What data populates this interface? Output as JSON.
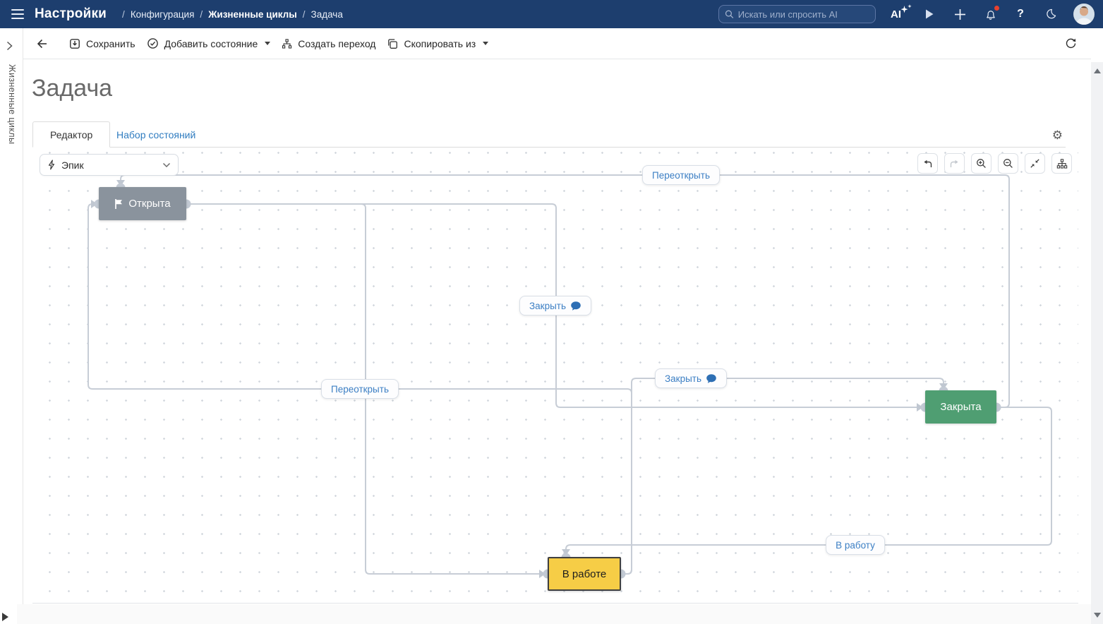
{
  "header": {
    "app_title": "Настройки",
    "breadcrumbs": [
      "Конфигурация",
      "Жизненные циклы",
      "Задача"
    ],
    "search_placeholder": "Искать или спросить AI",
    "ai_label": "AI",
    "help_label": "?",
    "icons": [
      "search-icon",
      "ai-sparkles-icon",
      "run-icon",
      "add-icon",
      "notifications-bell-icon",
      "help-icon",
      "dark-mode-moon-icon",
      "user-avatar"
    ],
    "colors": {
      "topbar_bg": "#1d3e6e",
      "notification_dot": "#e8412f"
    }
  },
  "toolbar": {
    "save_label": "Сохранить",
    "add_state_label": "Добавить состояние",
    "create_transition_label": "Создать переход",
    "copy_from_label": "Скопировать из",
    "icons": [
      "back-arrow-icon",
      "save-icon",
      "check-circle-icon",
      "transition-icon",
      "copy-icon",
      "refresh-icon"
    ]
  },
  "sidebar": {
    "vertical_label": "Жизненные циклы"
  },
  "page": {
    "title": "Задача",
    "tabs": [
      {
        "label": "Редактор",
        "active": true
      },
      {
        "label": "Набор состояний",
        "active": false
      }
    ],
    "gear_icon": "settings-gear-icon"
  },
  "canvas": {
    "card_selector": {
      "value": "Эпик",
      "icon": "bolt-icon"
    },
    "tool_icons": [
      "undo",
      "redo",
      "zoom-in",
      "zoom-out",
      "fit-content",
      "auto-layout"
    ],
    "nodes": [
      {
        "label": "Открыта",
        "color": "#8a939d",
        "text_color": "#ffffff",
        "icon": "flag-icon"
      },
      {
        "label": "Закрыта",
        "color": "#4f9e72",
        "text_color": "#ffffff"
      },
      {
        "label": "В работе",
        "color": "#f6cd46",
        "text_color": "#1e1e1e"
      }
    ],
    "transitions": [
      {
        "label": "Переоткрыть",
        "has_comment": false,
        "from": "Закрыта",
        "to": "Открыта"
      },
      {
        "label": "В работу",
        "has_comment": false,
        "from": "Закрыта",
        "to": "В работе"
      },
      {
        "label": "Закрыть",
        "has_comment": true,
        "from": "Открыта",
        "to": "Закрыта"
      },
      {
        "label": "Закрыть",
        "has_comment": true,
        "from": "В работе",
        "to": "Закрыта"
      },
      {
        "label": "Переоткрыть",
        "has_comment": false,
        "from": "В работе",
        "to": "Открыта"
      }
    ],
    "edge_color": "#c7cdd6"
  }
}
